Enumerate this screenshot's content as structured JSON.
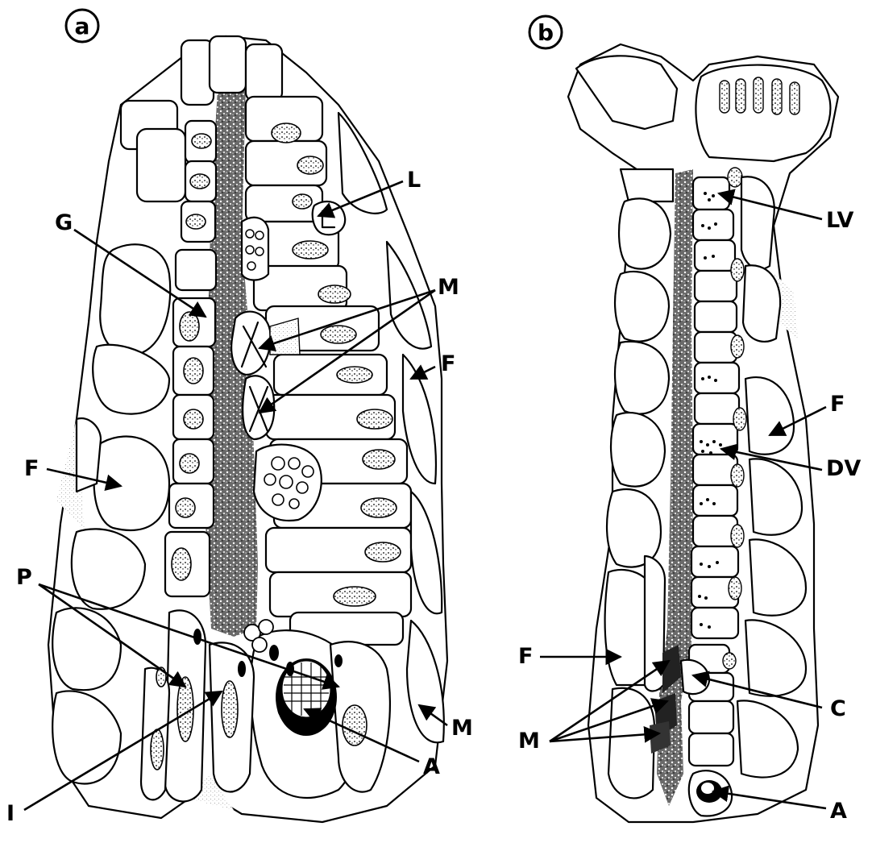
{
  "panels": [
    {
      "id": "a",
      "label": "a",
      "annotations": [
        "L",
        "G",
        "M",
        "F",
        "F",
        "P",
        "I",
        "A",
        "M"
      ]
    },
    {
      "id": "b",
      "label": "b",
      "annotations": [
        "LV",
        "F",
        "DV",
        "F",
        "C",
        "M",
        "A"
      ]
    }
  ]
}
